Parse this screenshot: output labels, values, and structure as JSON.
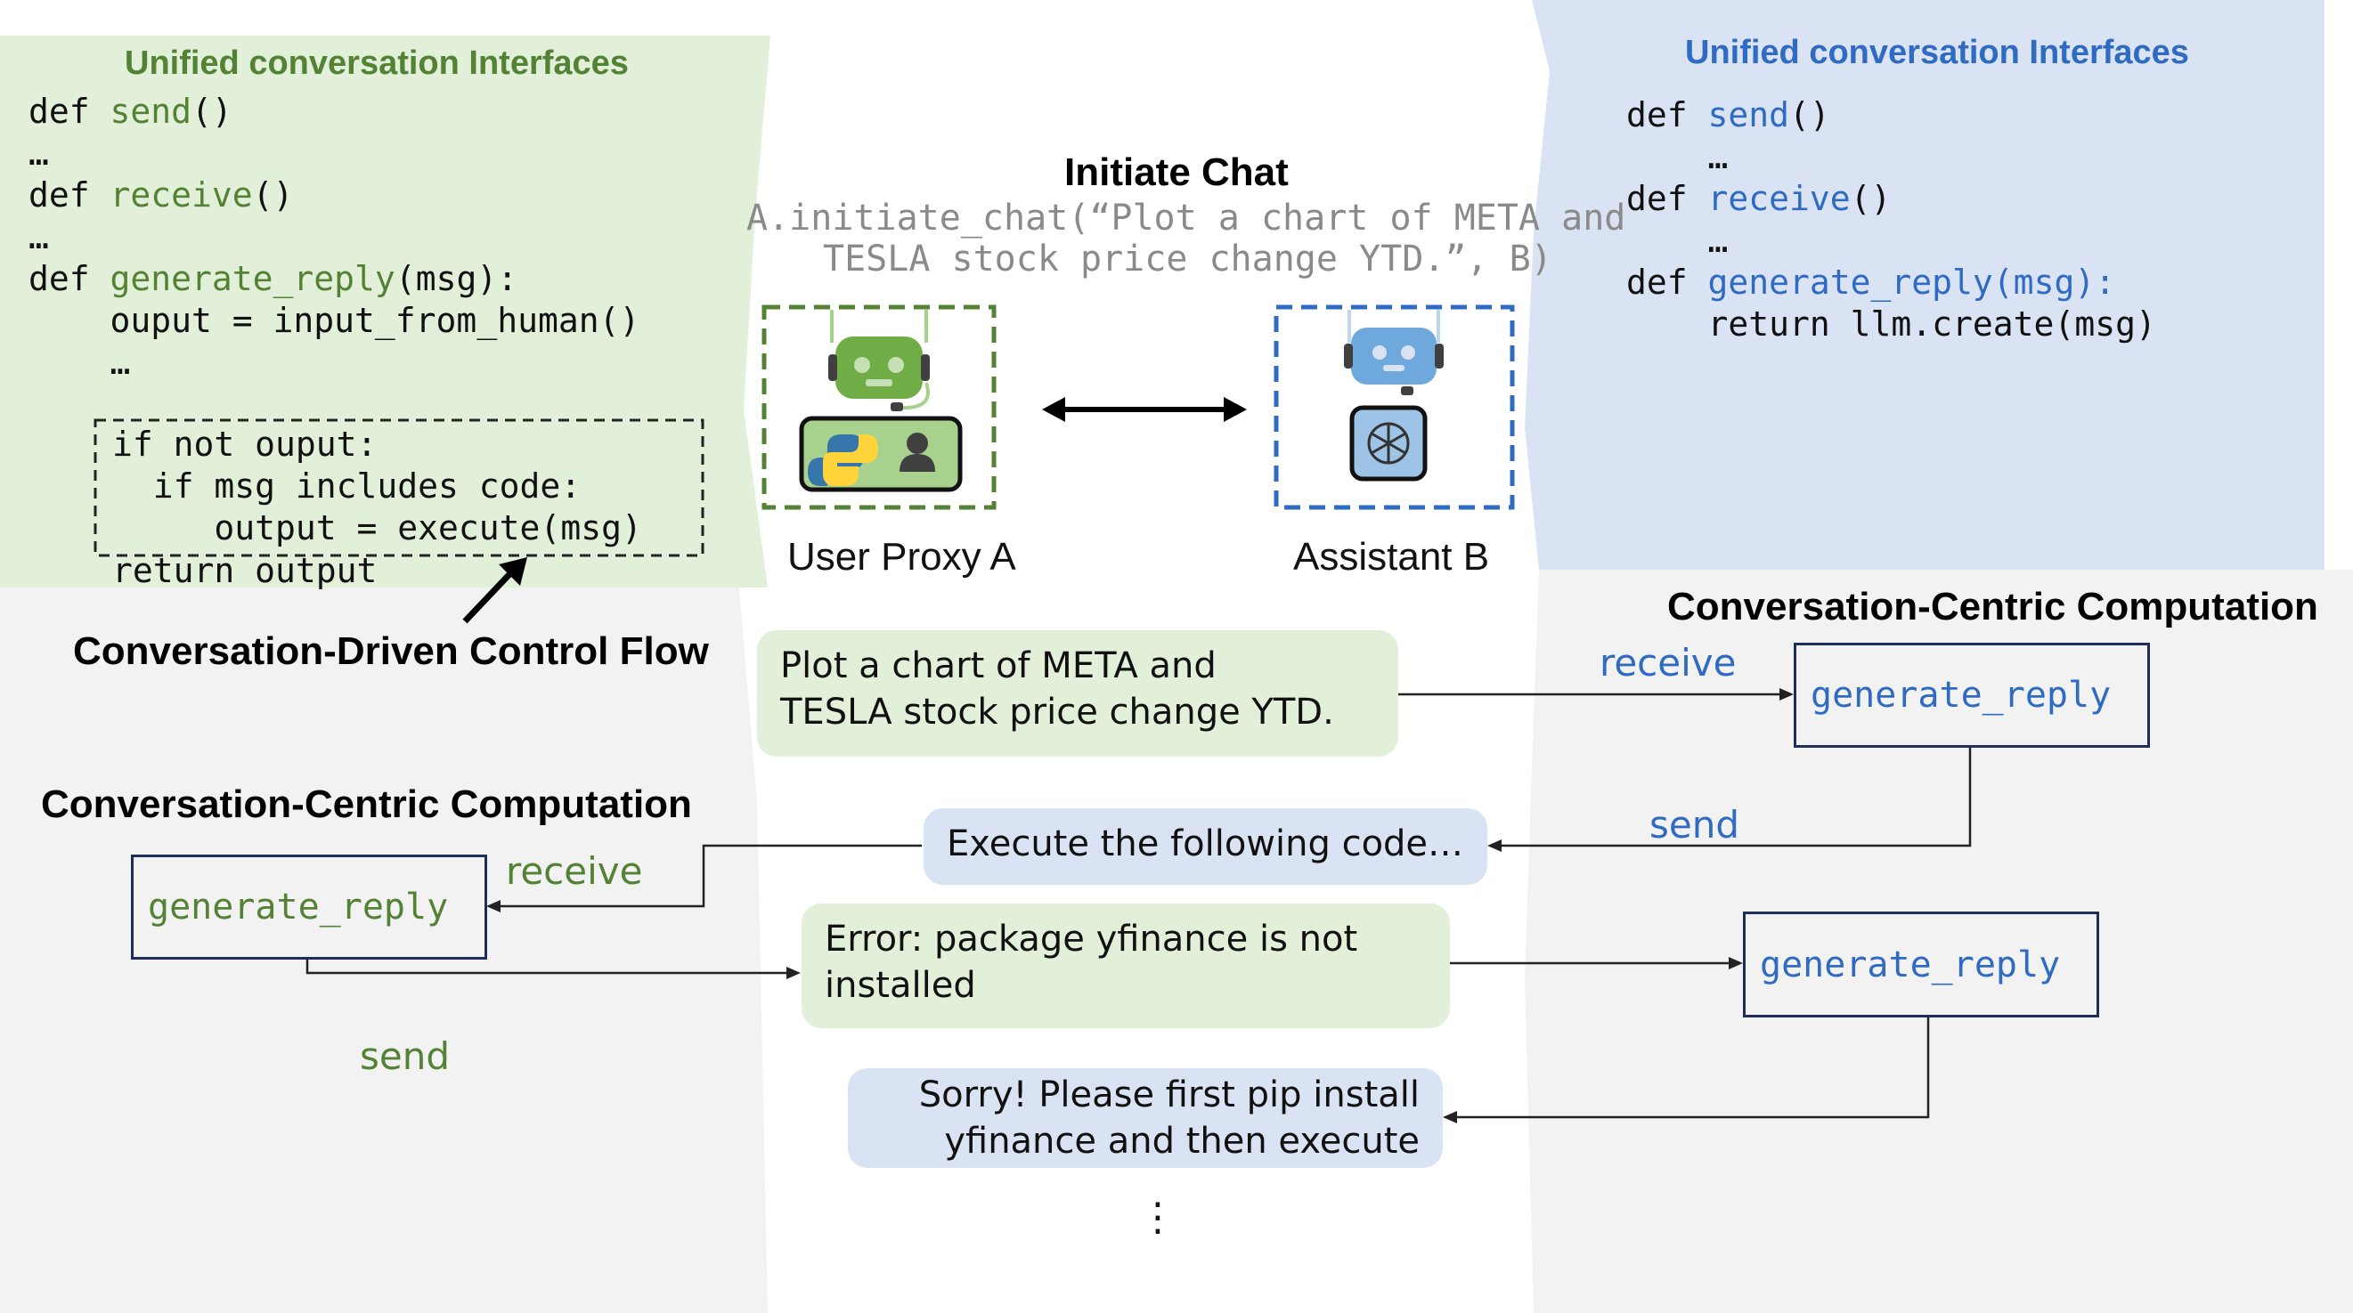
{
  "colors": {
    "green_panel": "#e2efd9",
    "blue_panel": "#dae3f3",
    "gray_panel": "#f2f2f2",
    "green_text": "#548235",
    "blue_text": "#2f6bc2",
    "box_border": "#1f2d5a"
  },
  "left_interface": {
    "title": "Unified conversation Interfaces",
    "lines": [
      {
        "kw": "def ",
        "fn": "send",
        "rest": "()"
      },
      {
        "plain": "…"
      },
      {
        "kw": "def ",
        "fn": "receive",
        "rest": "()"
      },
      {
        "plain": "…"
      },
      {
        "kw": "def ",
        "fn": "generate_reply",
        "rest": "(msg):"
      },
      {
        "plain": "    ouput = input_from_human()"
      },
      {
        "plain": "    …"
      }
    ],
    "dashed_code": [
      "if not ouput:",
      "  if msg includes code:",
      "     output = execute(msg)"
    ],
    "return_line": "return output"
  },
  "right_interface": {
    "title": "Unified conversation Interfaces",
    "lines": [
      {
        "kw": "def ",
        "fn": "send",
        "rest": "()"
      },
      {
        "plain": "    …"
      },
      {
        "kw": "def ",
        "fn": "receive",
        "rest": "()"
      },
      {
        "plain": "    …"
      },
      {
        "kw": "def ",
        "fn": "generate_reply(msg):",
        "rest": ""
      },
      {
        "plain": "    return llm.create(msg)"
      }
    ]
  },
  "initiate": {
    "title": "Initiate Chat",
    "code_line1": "A.initiate_chat(“Plot a chart of META and",
    "code_line2": "TESLA stock price change YTD.”, B)"
  },
  "agents": {
    "a_label": "User Proxy A",
    "b_label": "Assistant B",
    "icons": [
      "robot-icon",
      "python-icon",
      "person-icon",
      "openai-icon"
    ]
  },
  "captions": {
    "control_flow": "Conversation-Driven Control Flow",
    "left_computation": "Conversation-Centric Computation",
    "right_computation": "Conversation-Centric Computation"
  },
  "messages": [
    {
      "line1": "Plot a chart of META and",
      "line2": "TESLA stock price change YTD."
    },
    {
      "line1": "Execute the following code…",
      "line2": ""
    },
    {
      "line1": "Error: package yfinance is not",
      "line2": "installed"
    },
    {
      "line1": "Sorry! Please first pip install",
      "line2": "yfinance and then execute"
    }
  ],
  "ellipsis": "⋮",
  "flow_labels": {
    "left_receive": "receive",
    "left_send": "send",
    "right_receive": "receive",
    "right_send": "send"
  },
  "gen_reply": {
    "left": "generate_reply",
    "right_top": "generate_reply",
    "right_bottom": "generate_reply"
  }
}
